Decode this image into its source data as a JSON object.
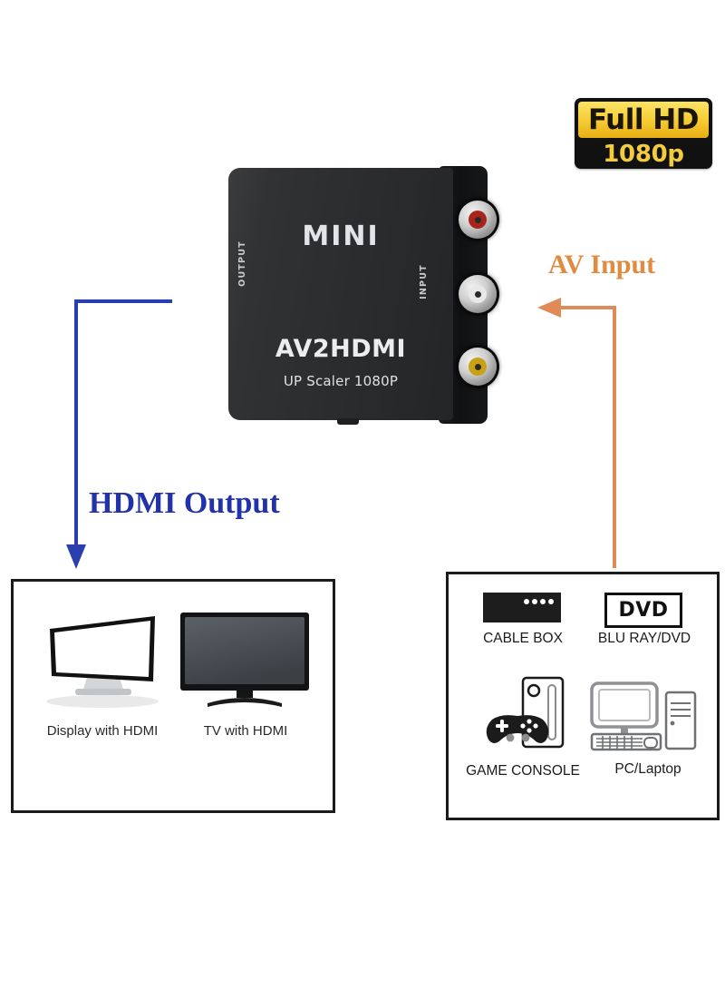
{
  "badge": {
    "line1": "Full HD",
    "line2": "1080p",
    "gold": "#f2c72e",
    "black": "#111111"
  },
  "device": {
    "brand": "MINI",
    "model": "AV2HDMI",
    "subtitle": "UP Scaler 1080P",
    "output_side_label": "OUTPUT",
    "input_side_label": "INPUT",
    "body_color": "#2c2d2f",
    "ports": [
      {
        "name": "rca-audio-right",
        "color": "#a8251c",
        "label": "red"
      },
      {
        "name": "rca-audio-left",
        "color": "#e8e8e8",
        "label": "white"
      },
      {
        "name": "rca-video-composite",
        "color": "#c8a114",
        "label": "yellow"
      }
    ]
  },
  "callouts": {
    "hdmi_output": "HDMI Output",
    "hdmi_output_color": "#2233aa",
    "av_input": "AV Input",
    "av_input_color": "#e08b40"
  },
  "output_panel": {
    "items": [
      {
        "icon": "desktop-monitor-icon",
        "label": "Display with HDMI"
      },
      {
        "icon": "flat-screen-tv-icon",
        "label": "TV with HDMI"
      }
    ]
  },
  "input_panel": {
    "items": [
      {
        "icon": "cable-box-icon",
        "label": "CABLE BOX"
      },
      {
        "icon": "dvd-player-icon",
        "label": "BLU RAY/DVD",
        "badge_text": "DVD"
      },
      {
        "icon": "game-console-icon",
        "label": "GAME CONSOLE"
      },
      {
        "icon": "desktop-pc-icon",
        "label": "PC/Laptop"
      }
    ]
  }
}
